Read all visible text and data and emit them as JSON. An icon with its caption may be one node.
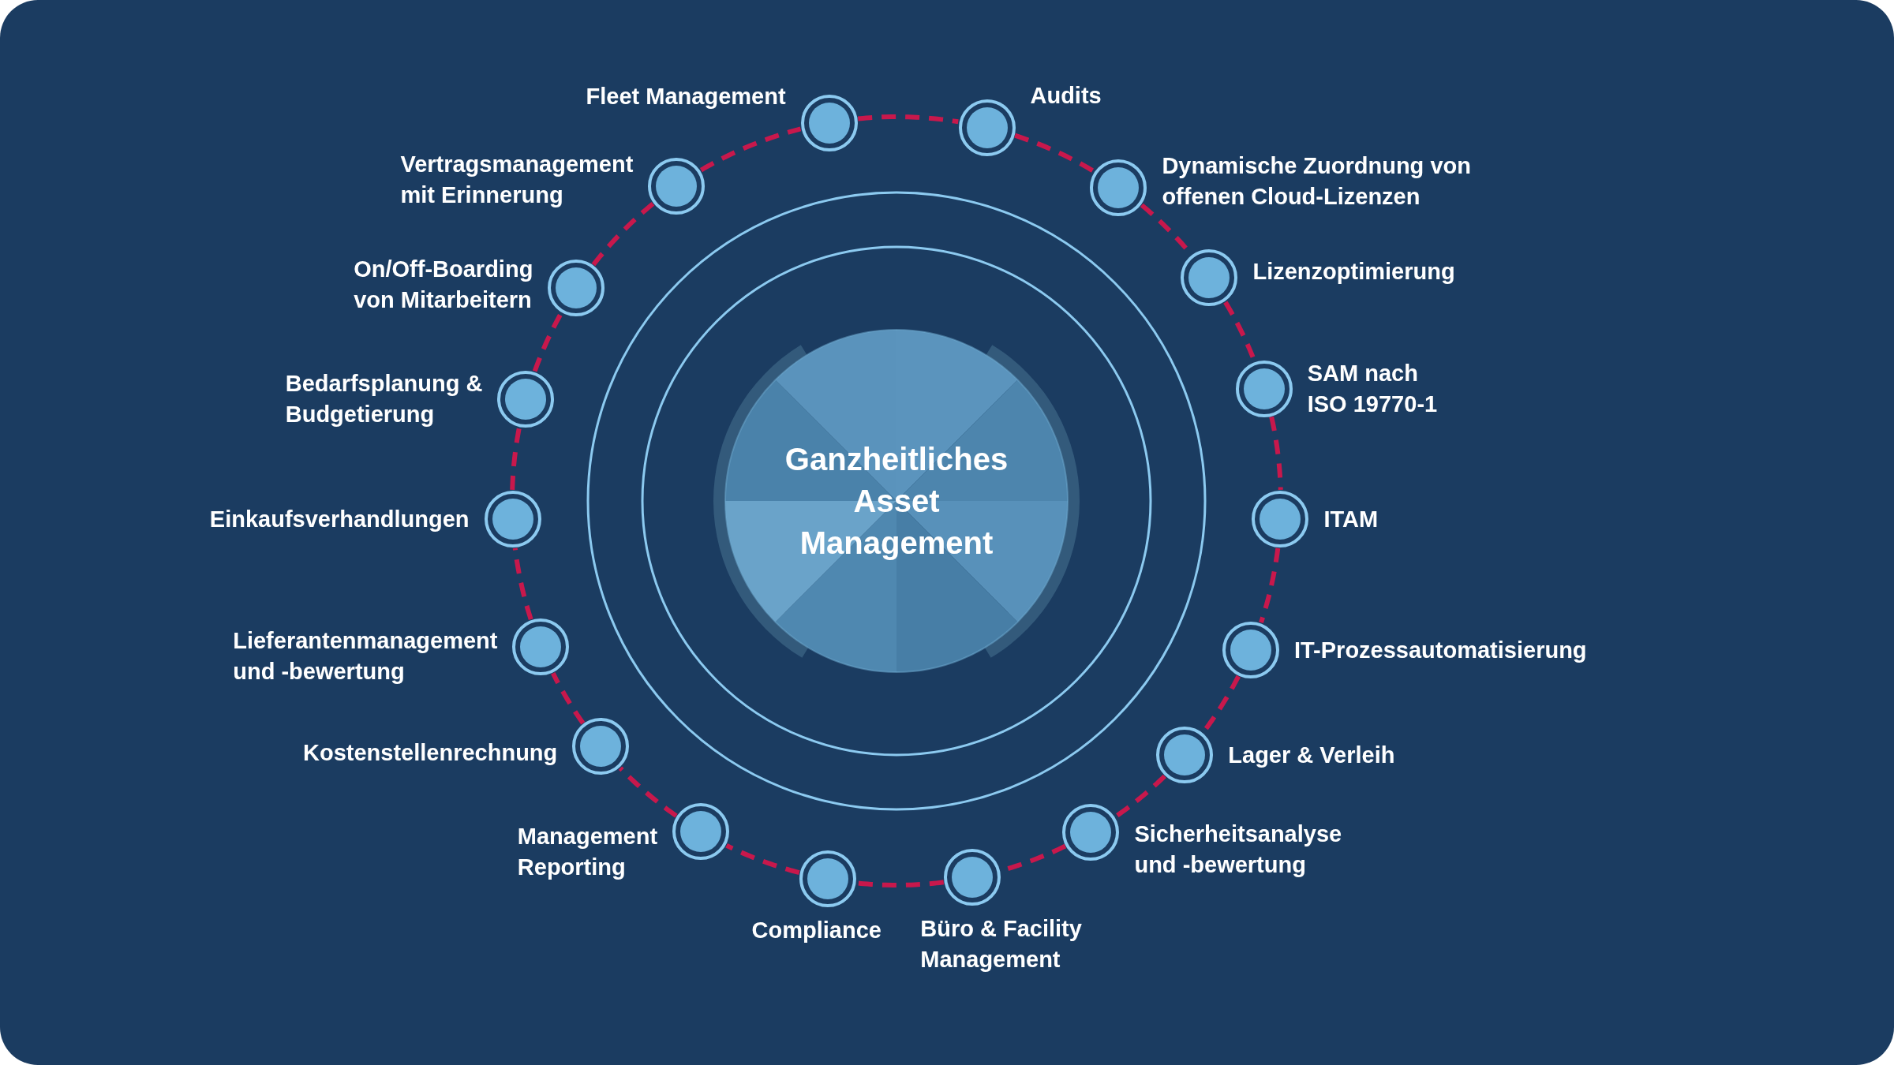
{
  "diagram": {
    "nodes": [
      {
        "text": [
          "Ganzheitliches Asset Management"
        ]
      },
      {
        "text": [],
        "shape": "circle",
        "beside": [
          "Fleet Management"
        ]
      },
      {
        "text": [],
        "shape": "circle",
        "beside": [
          "Audits"
        ]
      },
      {
        "text": [],
        "shape": "circle",
        "beside": [
          "Dynamische Zuordnung von offenen Cloud-Lizenzen"
        ]
      },
      {
        "text": [],
        "shape": "circle",
        "beside": [
          "Lizenzoptimierung"
        ]
      },
      {
        "text": [],
        "shape": "circle",
        "beside": [
          "SAM nach ISO 19770-1"
        ]
      },
      {
        "text": [],
        "shape": "circle",
        "beside": [
          "ITAM"
        ]
      },
      {
        "text": [],
        "shape": "circle",
        "beside": [
          "IT-Prozessautomatisierung"
        ]
      },
      {
        "text": [],
        "shape": "circle",
        "beside": [
          "Lager & Verleih"
        ]
      },
      {
        "text": [],
        "shape": "circle",
        "beside": [
          "Sicherheitsanalyse und -bewertung"
        ]
      },
      {
        "text": [],
        "shape": "circle",
        "beside": [
          "Büro & Facility Management"
        ]
      },
      {
        "text": [],
        "shape": "circle",
        "beside": [
          "Compliance"
        ]
      },
      {
        "text": [],
        "shape": "circle",
        "beside": [
          "Management Reporting"
        ]
      },
      {
        "text": [],
        "shape": "circle",
        "beside": [
          "Kostenstellenrechnung"
        ]
      },
      {
        "text": [],
        "shape": "circle",
        "beside": [
          "Lieferantenmanagement und -bewertung"
        ]
      },
      {
        "text": [],
        "shape": "circle",
        "beside": [
          "Einkaufsverhandlungen"
        ]
      },
      {
        "text": [],
        "shape": "circle",
        "beside": [
          "Bedarfsplanung & Budgetierung"
        ]
      },
      {
        "text": [],
        "shape": "circle",
        "beside": [
          "On/Off-Boarding von Mitarbeitern"
        ]
      },
      {
        "text": [],
        "shape": "circle",
        "beside": [
          "Vertragsmanagement mit Erinnerung"
        ]
      }
    ],
    "edges": [
      {
        "from": 1,
        "to": 2,
        "arrow": "none",
        "style": "dashed"
      },
      {
        "from": 2,
        "to": 3,
        "arrow": "none",
        "style": "dashed"
      },
      {
        "from": 3,
        "to": 4,
        "arrow": "none",
        "style": "dashed"
      },
      {
        "from": 4,
        "to": 5,
        "arrow": "none",
        "style": "dashed"
      },
      {
        "from": 5,
        "to": 6,
        "arrow": "none",
        "style": "dashed"
      },
      {
        "from": 6,
        "to": 7,
        "arrow": "none",
        "style": "dashed"
      },
      {
        "from": 7,
        "to": 8,
        "arrow": "none",
        "style": "dashed"
      },
      {
        "from": 8,
        "to": 9,
        "arrow": "none",
        "style": "dashed"
      },
      {
        "from": 9,
        "to": 10,
        "arrow": "none",
        "style": "dashed"
      },
      {
        "from": 10,
        "to": 11,
        "arrow": "none",
        "style": "dashed"
      },
      {
        "from": 11,
        "to": 12,
        "arrow": "none",
        "style": "dashed"
      },
      {
        "from": 12,
        "to": 13,
        "arrow": "none",
        "style": "dashed"
      },
      {
        "from": 13,
        "to": 14,
        "arrow": "none",
        "style": "dashed"
      },
      {
        "from": 14,
        "to": 15,
        "arrow": "none",
        "style": "dashed"
      },
      {
        "from": 15,
        "to": 16,
        "arrow": "none",
        "style": "dashed"
      },
      {
        "from": 16,
        "to": 17,
        "arrow": "none",
        "style": "dashed"
      },
      {
        "from": 17,
        "to": 18,
        "arrow": "none",
        "style": "dashed"
      },
      {
        "from": 18,
        "to": 1,
        "arrow": "none",
        "style": "dashed"
      }
    ]
  }
}
